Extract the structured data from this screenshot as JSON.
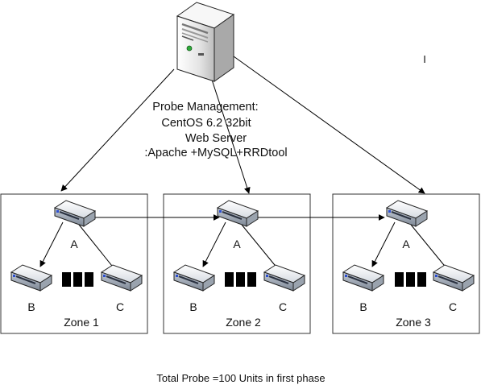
{
  "server": {
    "icon": "server-tower-icon",
    "description_lines": [
      "Probe Management:",
      "CentOS 6.2 32bit",
      "Web Server",
      ":Apache +MySQL+RRDtool"
    ]
  },
  "zones": [
    {
      "title": "Zone 1",
      "probe_a": "A",
      "probe_b": "B",
      "probe_c": "C"
    },
    {
      "title": "Zone 2",
      "probe_a": "A",
      "probe_b": "B",
      "probe_c": "C"
    },
    {
      "title": "Zone 3",
      "probe_a": "A",
      "probe_b": "B",
      "probe_c": "C"
    }
  ],
  "stray_mark": "I",
  "footer": "Total Probe =100 Units in first phase",
  "colors": {
    "line": "#000000",
    "box_border": "#333333",
    "device_light": "#f2f4f7",
    "device_dark": "#8b95a3",
    "server_body": "#ededed"
  }
}
